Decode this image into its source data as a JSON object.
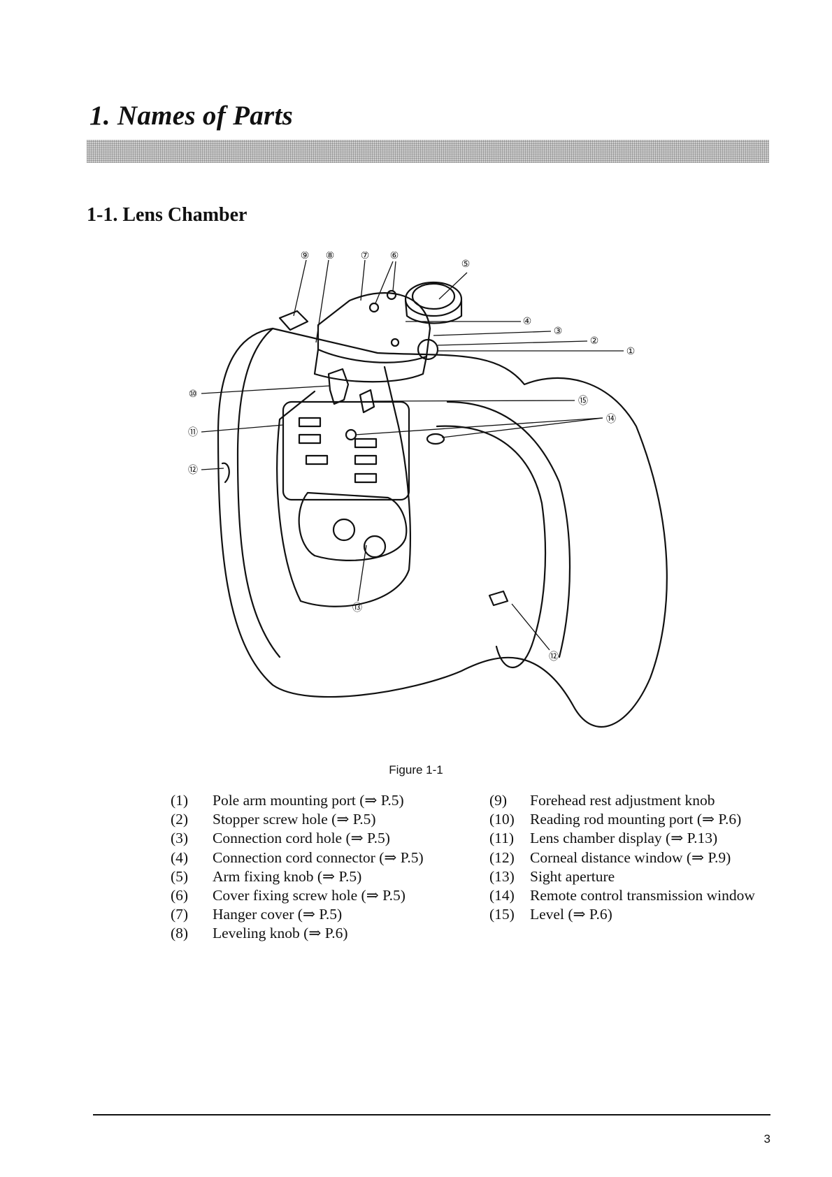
{
  "chapter": {
    "title": "1.  Names of Parts"
  },
  "section": {
    "title": "1-1.  Lens Chamber"
  },
  "figure": {
    "caption": "Figure 1-1",
    "callouts": [
      "⑨",
      "⑧",
      "⑦",
      "⑥",
      "⑤",
      "④",
      "③",
      "②",
      "①",
      "⑩",
      "⑮",
      "⑭",
      "⑪",
      "⑫",
      "⑬",
      "⑫"
    ]
  },
  "parts_left": [
    {
      "num": "(1)",
      "label": "Pole arm mounting port (⇒ P.5)"
    },
    {
      "num": "(2)",
      "label": "Stopper screw hole (⇒ P.5)"
    },
    {
      "num": "(3)",
      "label": "Connection cord hole (⇒ P.5)"
    },
    {
      "num": "(4)",
      "label": "Connection cord connector (⇒ P.5)"
    },
    {
      "num": "(5)",
      "label": "Arm fixing knob (⇒ P.5)"
    },
    {
      "num": "(6)",
      "label": "Cover fixing screw hole (⇒ P.5)"
    },
    {
      "num": "(7)",
      "label": "Hanger cover (⇒ P.5)"
    },
    {
      "num": "(8)",
      "label": "Leveling knob (⇒ P.6)"
    }
  ],
  "parts_right": [
    {
      "num": "(9)",
      "label": "Forehead rest adjustment knob"
    },
    {
      "num": "(10)",
      "label": "Reading rod mounting port (⇒ P.6)"
    },
    {
      "num": "(11)",
      "label": "Lens chamber display (⇒ P.13)"
    },
    {
      "num": "(12)",
      "label": "Corneal distance window (⇒ P.9)"
    },
    {
      "num": "(13)",
      "label": "Sight aperture"
    },
    {
      "num": "(14)",
      "label": "Remote control transmission window"
    },
    {
      "num": "(15)",
      "label": "Level (⇒ P.6)"
    }
  ],
  "page_number": "3"
}
